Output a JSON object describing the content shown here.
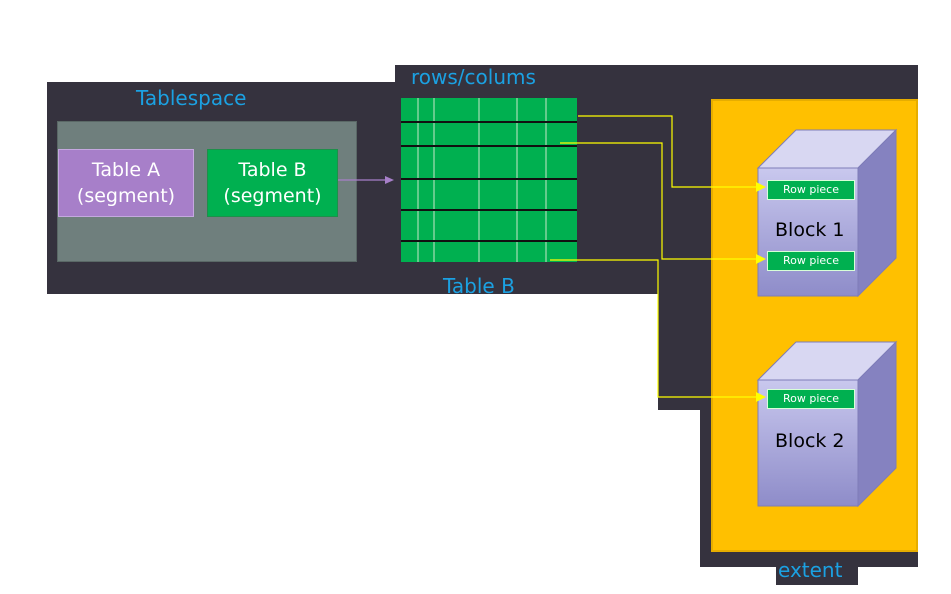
{
  "tablespace": {
    "label": "Tablespace"
  },
  "table_a": {
    "line1": "Table A",
    "line2": "(segment)"
  },
  "table_b": {
    "line1": "Table B",
    "line2": "(segment)"
  },
  "rows_grid": {
    "title": "rows/colums",
    "caption": "Table B"
  },
  "extent": {
    "label": "extent"
  },
  "blocks": [
    {
      "label": "Block 1",
      "row_pieces": [
        "Row piece",
        "Row piece"
      ]
    },
    {
      "label": "Block 2",
      "row_pieces": [
        "Row piece"
      ]
    }
  ],
  "colors": {
    "dark_panel": "#35323e",
    "tablespace_fill": "#6f7f7d",
    "table_a_fill": "#a77fc9",
    "green": "#00b050",
    "extent_fill": "#ffc000",
    "connector": "#ffff00",
    "label_blue": "#1ba1e2"
  }
}
